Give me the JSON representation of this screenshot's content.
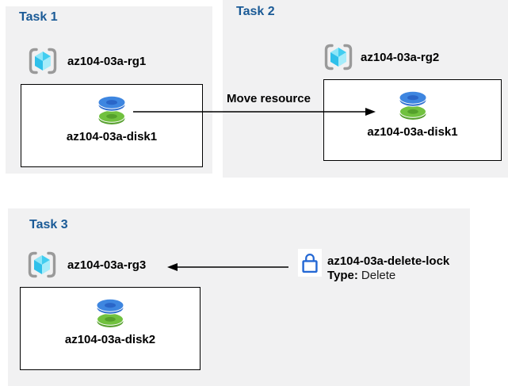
{
  "palette": {
    "panel_bg": "#f1f1f2",
    "heading_blue": "#1a5a96",
    "text_black": "#000000",
    "lock_blue": "#2468d4",
    "disk_blue_top": "#3e86e0",
    "disk_blue_hole": "#2a66c8",
    "disk_green_top": "#71c13f",
    "disk_green_hole": "#55a02c",
    "cube_cyan_light": "#8ee6f8",
    "cube_cyan_mid": "#41cdf0",
    "cube_cyan_dark": "#2fc0ea",
    "bracket_gray": "#9a9a9a",
    "arrow_black": "#000000"
  },
  "tasks": [
    {
      "label": "Task 1",
      "resource_group": "az104-03a-rg1",
      "resource": "az104-03a-disk1"
    },
    {
      "label": "Task 2",
      "resource_group": "az104-03a-rg2",
      "resource": "az104-03a-disk1"
    },
    {
      "label": "Task 3",
      "resource_group": "az104-03a-rg3",
      "resource": "az104-03a-disk2"
    }
  ],
  "move_arrow": {
    "label": "Move resource"
  },
  "delete_lock": {
    "name": "az104-03a-delete-lock",
    "type_label": "Type:",
    "type_value": "Delete"
  },
  "icons": {
    "resource_group": "resource-group-icon",
    "disk": "disk-icon",
    "lock": "lock-icon"
  }
}
